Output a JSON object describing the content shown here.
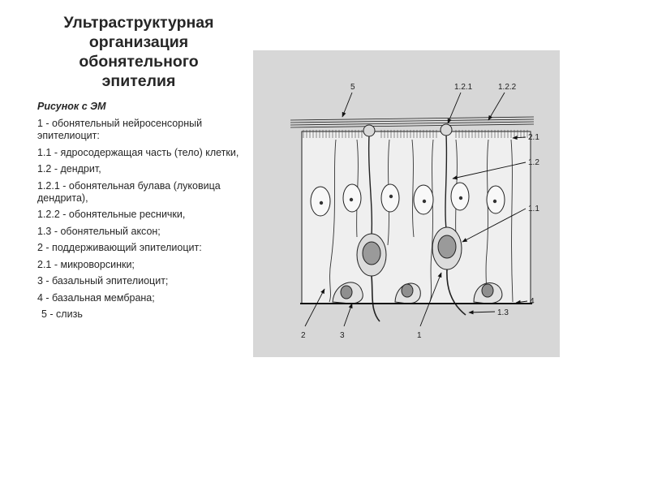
{
  "slide": {
    "title_lines": [
      "Ультраструктурная",
      "организация",
      "обонятельного",
      "эпителия"
    ],
    "legend": {
      "heading": "Рисунок с ЭМ",
      "items": [
        "1 - обонятельный нейросенсорный эпителиоцит:",
        "1.1 - ядросодержащая часть (тело) клетки,",
        "1.2 - дендрит,",
        "1.2.1 - обонятельная булава (луковица дендрита),",
        "1.2.2 - обонятельные реснички,",
        "1.3 - обонятельный аксон;",
        "2 - поддерживающий эпителиоцит:",
        "2.1 - микроворсинки;",
        "3 - базальный эпителиоцит;",
        "4 - базальная мембрана;",
        "5 - слизь"
      ]
    }
  },
  "figure": {
    "labels": {
      "l5": "5",
      "l121": "1.2.1",
      "l122": "1.2.2",
      "l21": "2.1",
      "l12": "1.2",
      "l11": "1.1",
      "l4": "4",
      "l13": "1.3",
      "l2": "2",
      "l3": "3",
      "l1": "1"
    }
  }
}
